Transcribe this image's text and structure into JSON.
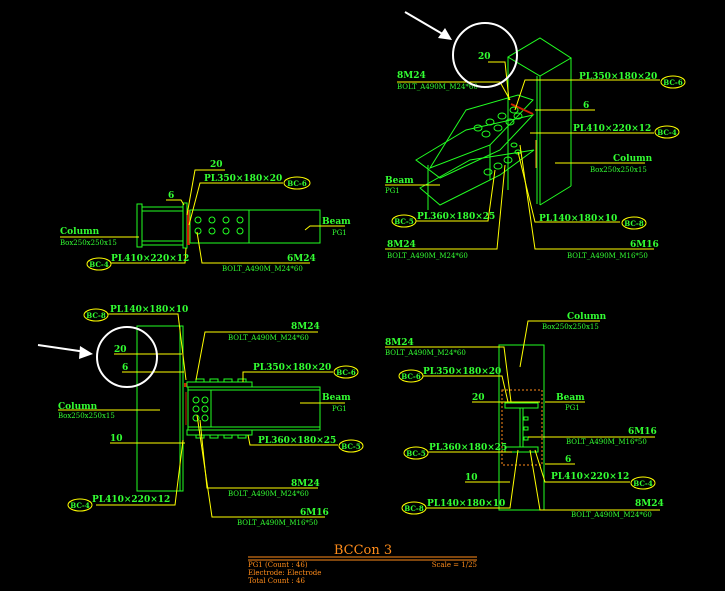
{
  "drawing": {
    "title": "BCCon 3",
    "info": [
      "PG1 (Count : 46)",
      "Electrode: Electrode",
      "Total Count : 46"
    ],
    "scale": "Scale = 1/25",
    "colors": {
      "geometry": "#22ff22",
      "leader": "#ffff00",
      "text": "#33ff33",
      "title": "#ff8c1a",
      "weld": "#cc2200",
      "background": "#000000"
    }
  },
  "labels": {
    "column": "Column",
    "column_section": "Box250x250x15",
    "beam": "Beam",
    "beam_section": "PG1",
    "pl350": "PL350×180×20",
    "pl410": "PL410×220×12",
    "pl360": "PL360×180×25",
    "pl140": "PL140×180×10",
    "bolt8": "8M24",
    "bolt6m24": "6M24",
    "bolt_m24": "BOLT_A490M_M24*60",
    "bolt6m16": "6M16",
    "bolt_m16": "BOLT_A490M_M16*50",
    "weld20": "20",
    "weld6": "6",
    "weld10": "10",
    "bc4": "BC-4",
    "bc5": "BC-5",
    "bc6": "BC-6",
    "bc8": "BC-8"
  }
}
